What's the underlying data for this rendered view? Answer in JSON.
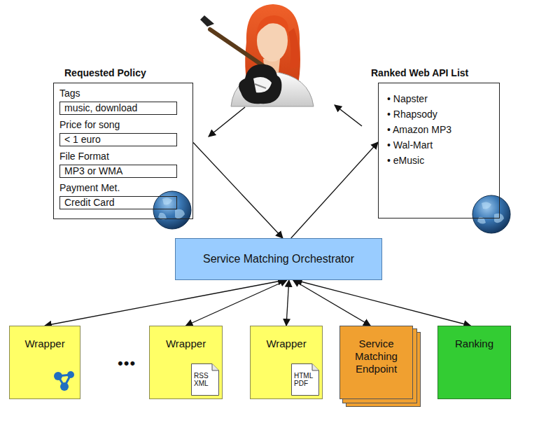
{
  "diagram": {
    "nodes": [
      {
        "text": [
          "Requested Policy",
          "Tags",
          "Price for song",
          "File Format",
          "Payment Met."
        ]
      },
      {
        "text": [
          "music, download"
        ],
        "in": 0
      },
      {
        "text": [
          "< 1 euro"
        ],
        "in": 0
      },
      {
        "text": [
          "MP3 or WMA"
        ],
        "in": 0
      },
      {
        "text": [
          "Credit Card"
        ],
        "in": 0
      },
      {
        "text": [
          "Ranked Web API List",
          "• Napster",
          "• Rhapsody",
          "• Amazon MP3",
          "• Wal-Mart",
          "• eMusic"
        ]
      },
      {
        "text": [
          "Service Matching Orchestrator"
        ]
      },
      {
        "text": [
          "Wrapper"
        ]
      },
      {
        "text": [
          "Wrapper"
        ]
      },
      {
        "text": [
          "RSS XML"
        ],
        "in": 8
      },
      {
        "text": [
          "Wrapper"
        ]
      },
      {
        "text": [
          "HTML PDF"
        ],
        "in": 10
      },
      {
        "text": [
          "Service Matching Endpoint"
        ]
      },
      {
        "text": [
          "Ranking"
        ]
      }
    ],
    "edges": [
      {
        "from": 0,
        "to": 6,
        "arrow": "to"
      },
      {
        "from": 6,
        "to": 5,
        "arrow": "to"
      },
      {
        "from": 6,
        "to": 7,
        "arrow": "both"
      },
      {
        "from": 6,
        "to": 8,
        "arrow": "both"
      },
      {
        "from": 6,
        "to": 10,
        "arrow": "both"
      },
      {
        "from": 6,
        "to": 12,
        "arrow": "both"
      },
      {
        "from": 6,
        "to": 13,
        "arrow": "both"
      }
    ],
    "labels": [
      "•••"
    ]
  }
}
